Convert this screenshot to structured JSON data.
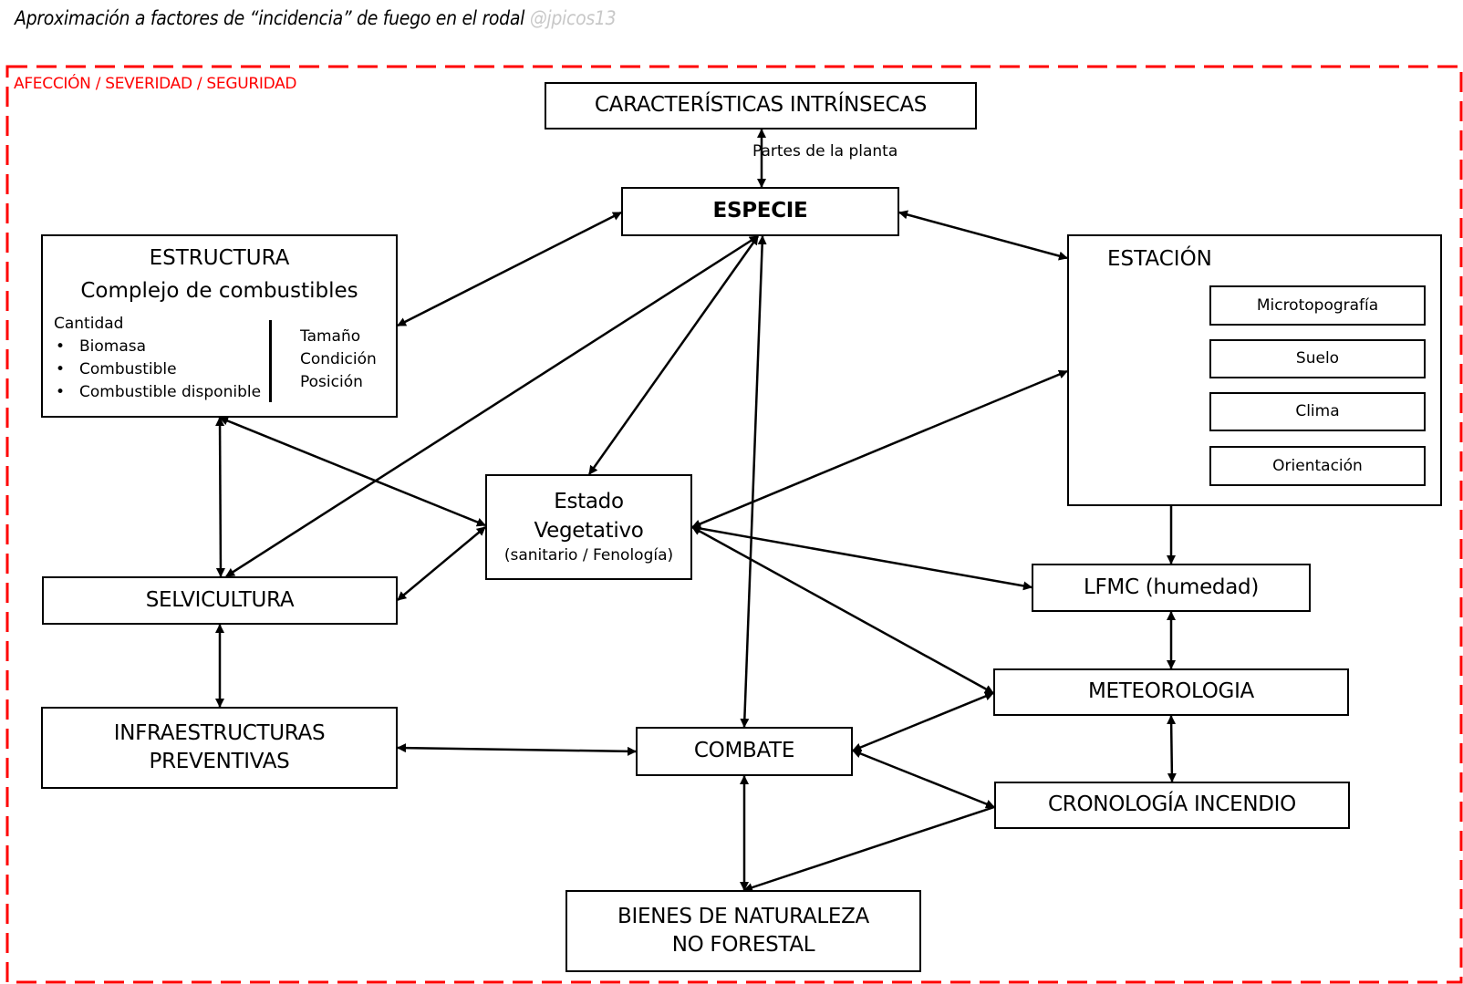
{
  "header": {
    "title": "Aproximación a factores de “incidencia” de fuego en el rodal",
    "handle": "@jpicos13"
  },
  "region": {
    "label": "AFECCIÓN / SEVERIDAD / SEGURIDAD",
    "border_color": "#ff0000"
  },
  "nodes": {
    "caracteristicas": {
      "label": "CARACTERÍSTICAS INTRÍNSECAS"
    },
    "especie": {
      "label": "ESPECIE"
    },
    "estructura": {
      "title": "ESTRUCTURA",
      "subtitle": "Complejo de combustibles",
      "quantity_label": "Cantidad",
      "quantity_items": [
        "Biomasa",
        "Combustible",
        "Combustible disponible"
      ],
      "attributes": [
        "Tamaño",
        "Condición",
        "Posición"
      ]
    },
    "estacion": {
      "label": "ESTACIÓN",
      "children": [
        "Microtopografía",
        "Suelo",
        "Clima",
        "Orientación"
      ]
    },
    "estado_vegetativo": {
      "line1": "Estado",
      "line2": "Vegetativo",
      "line3": "(sanitario / Fenología)"
    },
    "selvicultura": {
      "label": "SELVICULTURA"
    },
    "lfmc": {
      "label": "LFMC (humedad)"
    },
    "meteorologia": {
      "label": "METEOROLOGIA"
    },
    "infraestructuras": {
      "line1": "INFRAESTRUCTURAS",
      "line2": "PREVENTIVAS"
    },
    "combate": {
      "label": "COMBATE"
    },
    "cronologia": {
      "label": "CRONOLOGÍA INCENDIO"
    },
    "bienes": {
      "line1": "BIENES DE NATURALEZA",
      "line2": "NO FORESTAL"
    }
  },
  "edge_labels": {
    "caracteristicas_especie": "Partes de la planta"
  },
  "edges": [
    {
      "from": "caracteristicas",
      "to": "especie",
      "type": "bidirectional",
      "label": "Partes de la planta"
    },
    {
      "from": "especie",
      "to": "estructura",
      "type": "bidirectional"
    },
    {
      "from": "especie",
      "to": "estacion",
      "type": "bidirectional"
    },
    {
      "from": "especie",
      "to": "selvicultura",
      "type": "bidirectional"
    },
    {
      "from": "especie",
      "to": "estado_vegetativo",
      "type": "bidirectional"
    },
    {
      "from": "especie",
      "to": "combate",
      "type": "bidirectional"
    },
    {
      "from": "estructura",
      "to": "selvicultura",
      "type": "bidirectional"
    },
    {
      "from": "estructura",
      "to": "estado_vegetativo",
      "type": "bidirectional"
    },
    {
      "from": "selvicultura",
      "to": "estado_vegetativo",
      "type": "bidirectional"
    },
    {
      "from": "selvicultura",
      "to": "infraestructuras",
      "type": "bidirectional"
    },
    {
      "from": "estacion",
      "to": "estado_vegetativo",
      "type": "bidirectional"
    },
    {
      "from": "estacion",
      "to": "lfmc",
      "type": "directed"
    },
    {
      "from": "estado_vegetativo",
      "to": "lfmc",
      "type": "bidirectional"
    },
    {
      "from": "estado_vegetativo",
      "to": "meteorologia",
      "type": "bidirectional"
    },
    {
      "from": "lfmc",
      "to": "meteorologia",
      "type": "bidirectional"
    },
    {
      "from": "meteorologia",
      "to": "cronologia",
      "type": "bidirectional"
    },
    {
      "from": "meteorologia",
      "to": "combate",
      "type": "bidirectional"
    },
    {
      "from": "combate",
      "to": "cronologia",
      "type": "bidirectional"
    },
    {
      "from": "infraestructuras",
      "to": "combate",
      "type": "bidirectional"
    },
    {
      "from": "combate",
      "to": "bienes",
      "type": "bidirectional"
    },
    {
      "from": "cronologia",
      "to": "bienes",
      "type": "directed"
    }
  ]
}
